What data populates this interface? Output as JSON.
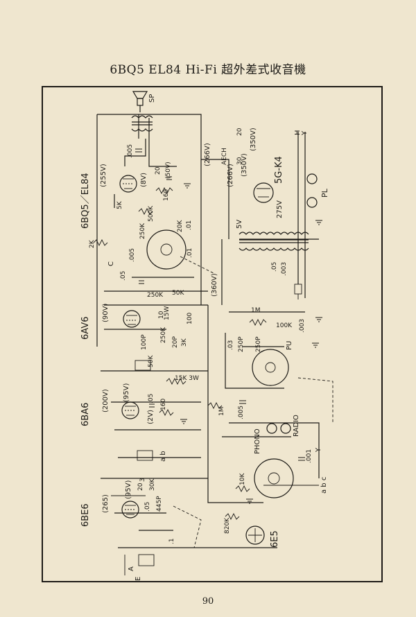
{
  "page": {
    "title": "6BQ5  EL84  Hi-Fi 超外差式收音機",
    "page_number": "90"
  },
  "tubes": {
    "output": "6BQ5／EL84",
    "driver": "6AV6",
    "if_amp": "6BA6",
    "converter": "6BE6",
    "rectifier": "5G-K4",
    "tuning_eye": "6E5"
  },
  "voltages": {
    "v255": "(255V)",
    "v266_top": "(266V)",
    "v266_rect": "(266V)",
    "v8": "(8V)",
    "v350_a": "(350V)",
    "v350_b": "(350V)",
    "v360": "(360V)",
    "v90": "(90V)",
    "v95_a": "(95V)",
    "v200": "(200V)",
    "v2": "(2V)",
    "v95_b": "(95V)",
    "v265": "(265)",
    "v275": "275V",
    "v5": "5V"
  },
  "components": {
    "c005_out": ".005",
    "c20_cath": "20",
    "c50v": "(50V)",
    "r160_out": "160",
    "r5k": "5K",
    "r500k": "500K",
    "r250k_a": "250K",
    "r20k": "20K",
    "c01_a": ".01",
    "c01_b": ".01",
    "c005_a": ".005",
    "c05_a": ".05",
    "r250k_b": "250K",
    "r50k": "50K",
    "r2k": "2K",
    "c20_b": "20",
    "c30": "30",
    "aech": "AECH",
    "r1m_top": "1M",
    "r100k_top": "100K",
    "c003": ".003",
    "c03": ".03",
    "c250p_a": "250P",
    "c250p_b": "250P",
    "c10": "10",
    "c15w": "15W",
    "r100": "100",
    "r250k_c": "250K",
    "c100p": "100P",
    "r3k": "3K",
    "c20p": "20P",
    "r50k_b": "50K",
    "r15k3w": "15K 3W",
    "c05_b": ".05",
    "r160_b": "160",
    "r1m_mid": "1M",
    "c005_b": ".005",
    "c001": ".001",
    "r10k": "10K",
    "c20_c": "20",
    "r30k": "30K",
    "c05_c": ".05",
    "r44": "445P",
    "r820k": "820K",
    "c1": ".1",
    "c05_rect": ".05",
    "c003_rect": ".003",
    "c3": "3"
  },
  "terminals": {
    "sp": "SP",
    "c": "C",
    "h": "H",
    "y": "Y",
    "pl": "PL",
    "pu": "PU",
    "phono": "PHONO",
    "radio": "RADIO",
    "a": "A",
    "e": "E",
    "ab_top": "a  b",
    "abc_bot": "a  b  c",
    "y_bot": "Y"
  }
}
